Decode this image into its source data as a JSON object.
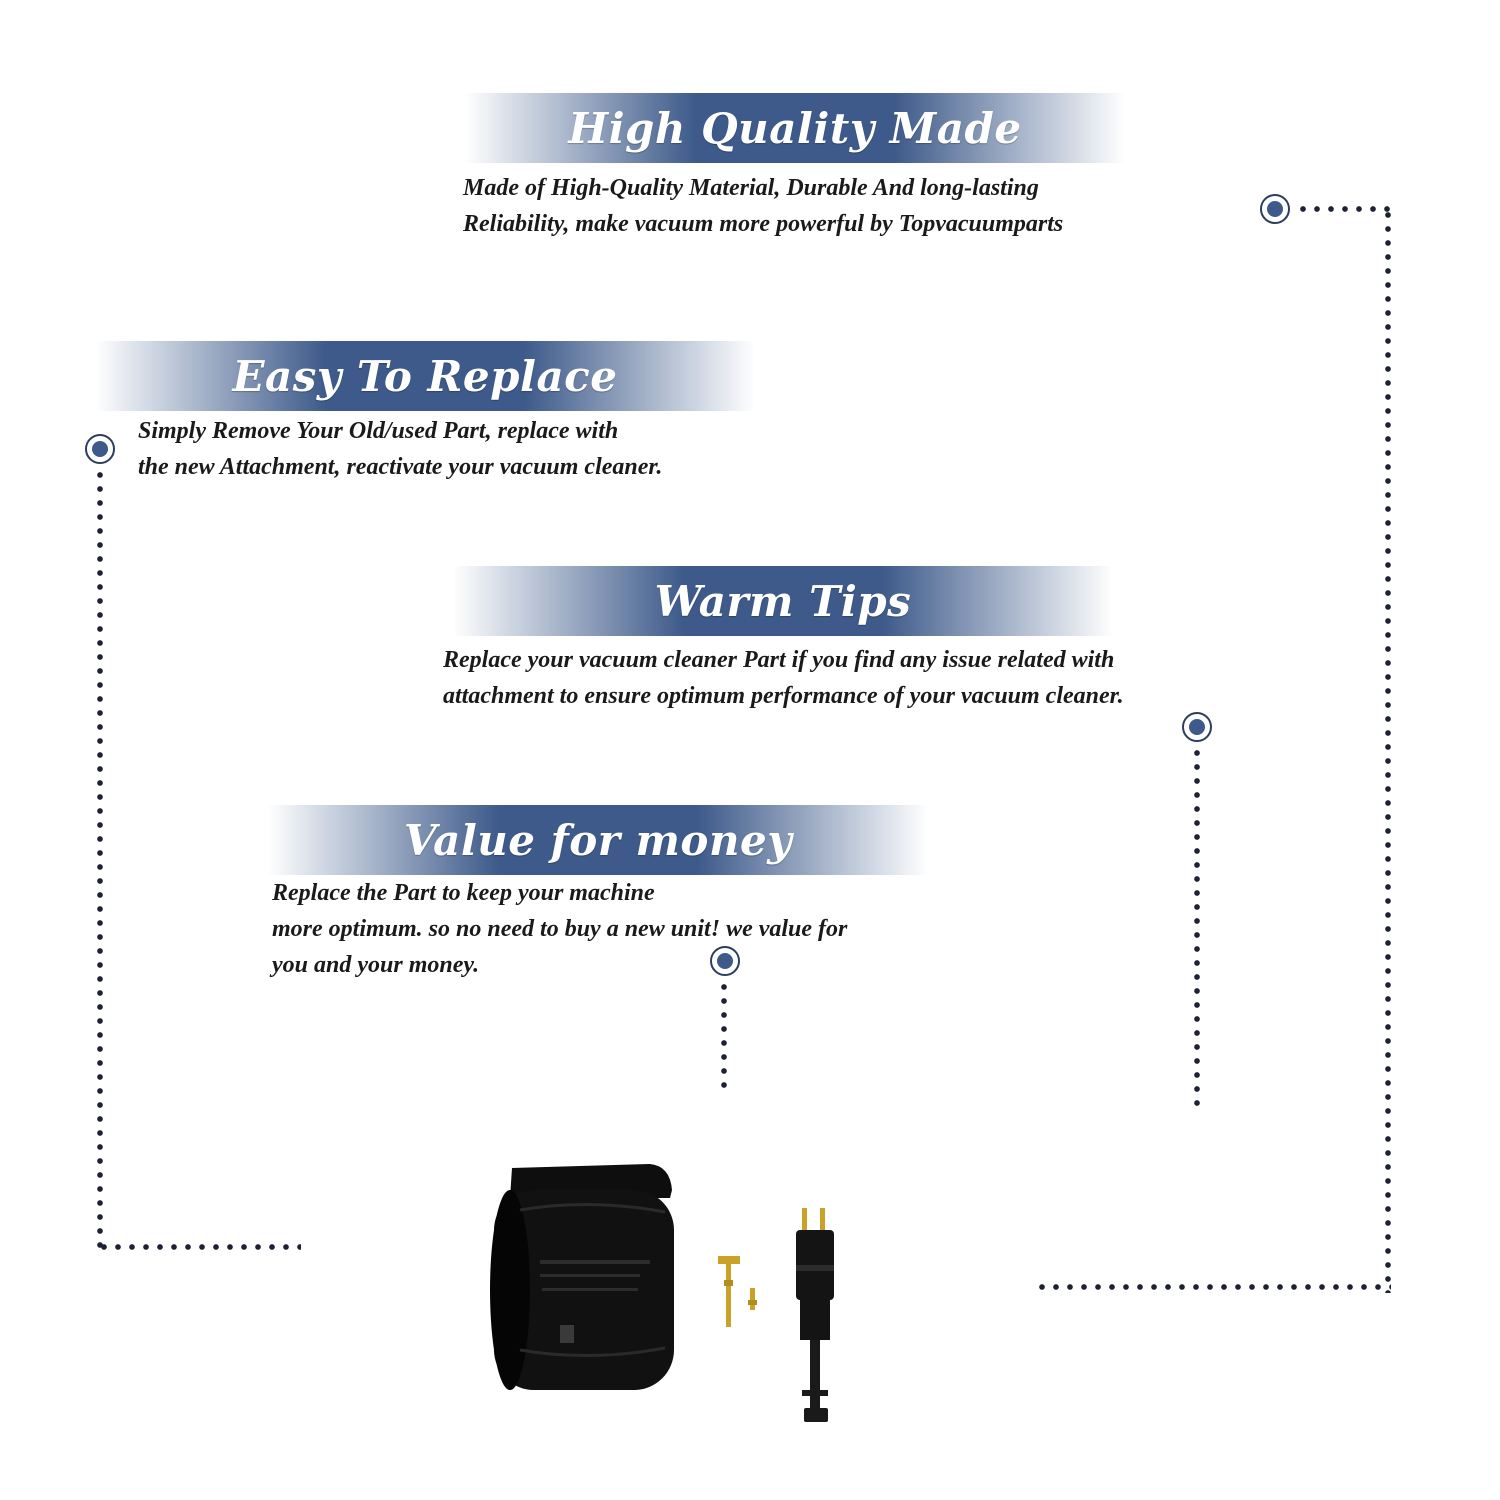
{
  "sections": [
    {
      "title": "High Quality Made",
      "description": "Made of  High-Quality Material, Durable And long-lasting\nReliability, make vacuum more powerful by Topvacuumparts"
    },
    {
      "title": "Easy To Replace",
      "description": "Simply Remove Your Old/used Part, replace with\nthe new Attachment, reactivate your vacuum cleaner."
    },
    {
      "title": "Warm Tips",
      "description": "Replace your vacuum cleaner Part if you find any issue related with\n attachment to ensure optimum performance of your vacuum cleaner."
    },
    {
      "title": "Value for money",
      "description": "Replace the Part to keep your machine\nmore optimum. so no need to buy a new unit! we value for\nyou and your money."
    }
  ],
  "colors": {
    "banner": "#3d5a8a",
    "text": "#1a1a1a",
    "dots": "#1c2233"
  },
  "product_image": {
    "icons": [
      "vacuum-motor-cap-icon",
      "brass-terminal-icon",
      "two-prong-plug-connector-icon"
    ]
  }
}
